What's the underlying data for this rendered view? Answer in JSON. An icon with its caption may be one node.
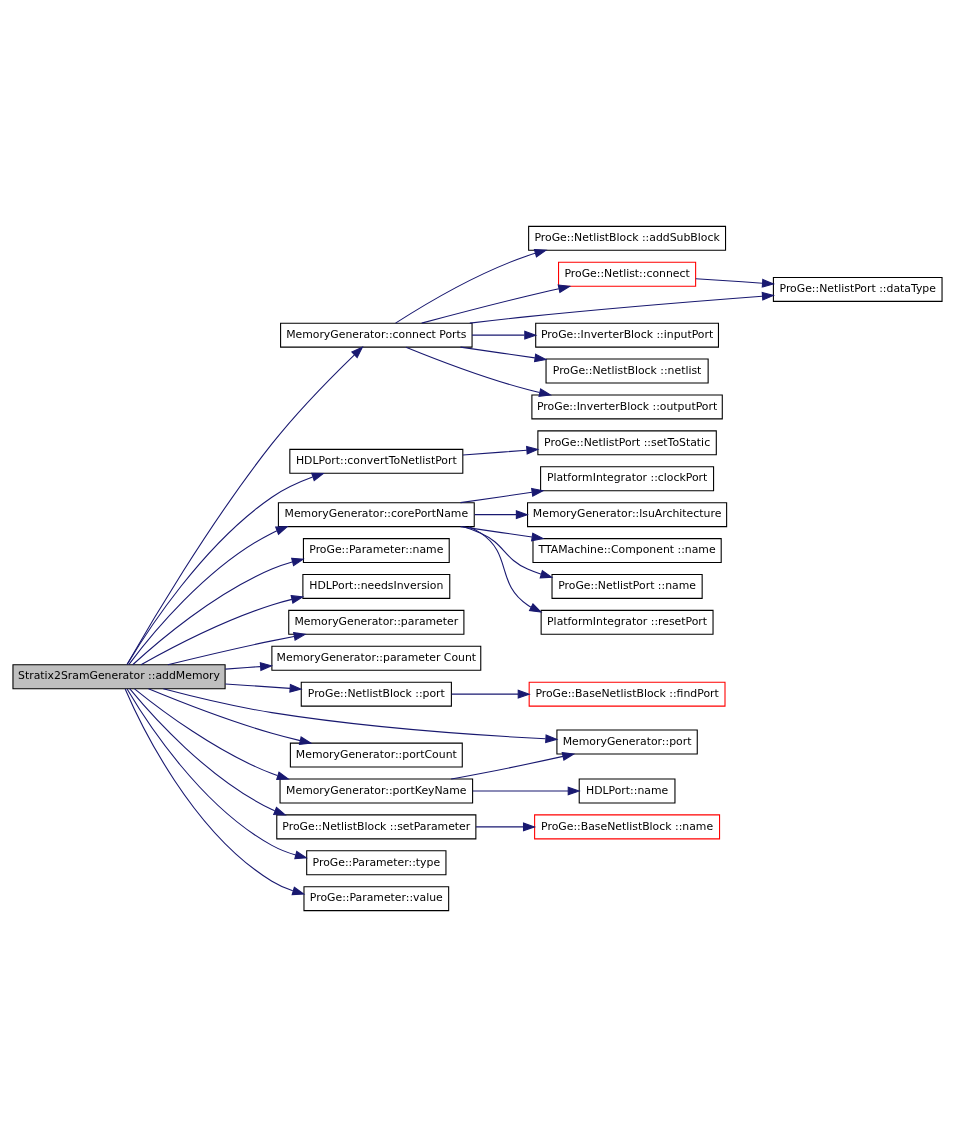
{
  "diagram": {
    "nodes": [
      {
        "text": [
          "Stratix2SramGenerator ::addMemory"
        ]
      },
      {
        "text": [
          "MemoryGenerator::connect Ports"
        ]
      },
      {
        "text": [
          "ProGe::NetlistBlock ::addSubBlock"
        ]
      },
      {
        "text": [
          "ProGe::Netlist::connect"
        ]
      },
      {
        "text": [
          "ProGe::NetlistPort ::dataType"
        ]
      },
      {
        "text": [
          "ProGe::InverterBlock ::inputPort"
        ]
      },
      {
        "text": [
          "ProGe::NetlistBlock ::netlist"
        ]
      },
      {
        "text": [
          "ProGe::InverterBlock ::outputPort"
        ]
      },
      {
        "text": [
          "HDLPort::convertToNetlistPort"
        ]
      },
      {
        "text": [
          "ProGe::NetlistPort ::setToStatic"
        ]
      },
      {
        "text": [
          "MemoryGenerator::corePortName"
        ]
      },
      {
        "text": [
          "PlatformIntegrator ::clockPort"
        ]
      },
      {
        "text": [
          "MemoryGenerator::lsuArchitecture"
        ]
      },
      {
        "text": [
          "TTAMachine::Component ::name"
        ]
      },
      {
        "text": [
          "ProGe::NetlistPort ::name"
        ]
      },
      {
        "text": [
          "PlatformIntegrator ::resetPort"
        ]
      },
      {
        "text": [
          "ProGe::Parameter::name"
        ]
      },
      {
        "text": [
          "HDLPort::needsInversion"
        ]
      },
      {
        "text": [
          "MemoryGenerator::parameter"
        ]
      },
      {
        "text": [
          "MemoryGenerator::parameter Count"
        ]
      },
      {
        "text": [
          "ProGe::NetlistBlock ::port"
        ]
      },
      {
        "text": [
          "ProGe::BaseNetlistBlock ::findPort"
        ]
      },
      {
        "text": [
          "MemoryGenerator::port"
        ]
      },
      {
        "text": [
          "MemoryGenerator::portCount"
        ]
      },
      {
        "text": [
          "MemoryGenerator::portKeyName"
        ]
      },
      {
        "text": [
          "HDLPort::name"
        ]
      },
      {
        "text": [
          "ProGe::NetlistBlock ::setParameter"
        ]
      },
      {
        "text": [
          "ProGe::BaseNetlistBlock ::name"
        ]
      },
      {
        "text": [
          "ProGe::Parameter::type"
        ]
      },
      {
        "text": [
          "ProGe::Parameter::value"
        ]
      }
    ],
    "edges": [
      {
        "from": 0,
        "to": 1,
        "arrow": "to"
      },
      {
        "from": 1,
        "to": 2,
        "arrow": "to"
      },
      {
        "from": 1,
        "to": 3,
        "arrow": "to"
      },
      {
        "from": 3,
        "to": 4,
        "arrow": "to"
      },
      {
        "from": 1,
        "to": 4,
        "arrow": "to"
      },
      {
        "from": 1,
        "to": 5,
        "arrow": "to"
      },
      {
        "from": 1,
        "to": 6,
        "arrow": "to"
      },
      {
        "from": 1,
        "to": 7,
        "arrow": "to"
      },
      {
        "from": 0,
        "to": 8,
        "arrow": "to"
      },
      {
        "from": 8,
        "to": 9,
        "arrow": "to"
      },
      {
        "from": 0,
        "to": 10,
        "arrow": "to"
      },
      {
        "from": 10,
        "to": 11,
        "arrow": "to"
      },
      {
        "from": 10,
        "to": 12,
        "arrow": "to"
      },
      {
        "from": 10,
        "to": 13,
        "arrow": "to"
      },
      {
        "from": 10,
        "to": 14,
        "arrow": "to"
      },
      {
        "from": 10,
        "to": 15,
        "arrow": "to"
      },
      {
        "from": 0,
        "to": 16,
        "arrow": "to"
      },
      {
        "from": 0,
        "to": 17,
        "arrow": "to"
      },
      {
        "from": 0,
        "to": 18,
        "arrow": "to"
      },
      {
        "from": 0,
        "to": 19,
        "arrow": "to"
      },
      {
        "from": 0,
        "to": 20,
        "arrow": "to"
      },
      {
        "from": 20,
        "to": 21,
        "arrow": "to"
      },
      {
        "from": 0,
        "to": 22,
        "arrow": "to"
      },
      {
        "from": 0,
        "to": 23,
        "arrow": "to"
      },
      {
        "from": 0,
        "to": 24,
        "arrow": "to"
      },
      {
        "from": 24,
        "to": 22,
        "arrow": "to"
      },
      {
        "from": 24,
        "to": 25,
        "arrow": "to"
      },
      {
        "from": 0,
        "to": 26,
        "arrow": "to"
      },
      {
        "from": 26,
        "to": 27,
        "arrow": "to"
      },
      {
        "from": 0,
        "to": 28,
        "arrow": "to"
      },
      {
        "from": 0,
        "to": 29,
        "arrow": "to"
      }
    ]
  }
}
